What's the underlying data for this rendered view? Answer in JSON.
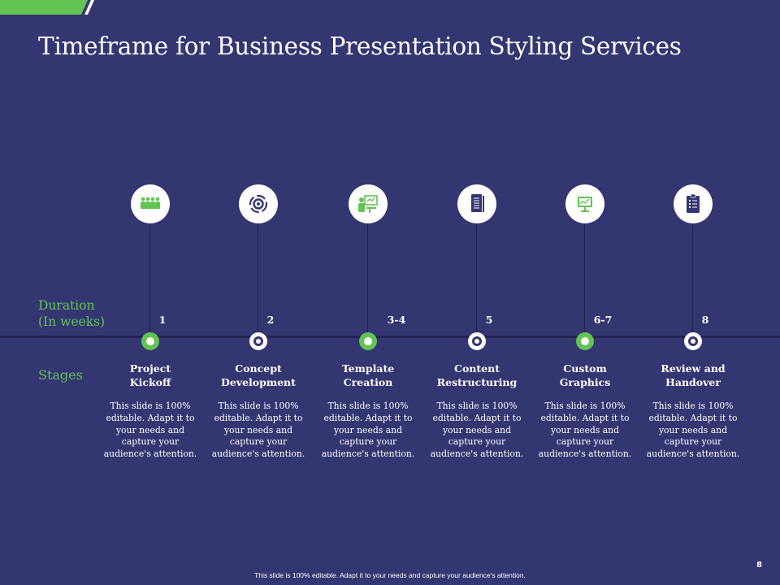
{
  "colors": {
    "background": "#343672",
    "accent_green": "#62c451",
    "icon_blue": "#343672",
    "line": "#1f2050"
  },
  "title": "Timeframe for Business Presentation Styling Services",
  "labels": {
    "duration_line1": "Duration",
    "duration_line2": "(In weeks)",
    "stages": "Stages"
  },
  "stages": [
    {
      "week": "1",
      "name_line1": "Project",
      "name_line2": "Kickoff",
      "icon": "team-meeting-icon",
      "marker": "green",
      "desc": [
        "This slide is 100%",
        "editable. Adapt it to",
        "your needs and",
        "capture your",
        "audience's attention."
      ]
    },
    {
      "week": "2",
      "name_line1": "Concept",
      "name_line2": "Development",
      "icon": "gear-cycle-icon",
      "marker": "white",
      "desc": [
        "This slide is 100%",
        "editable. Adapt it to",
        "your needs and",
        "capture your",
        "audience's attention."
      ]
    },
    {
      "week": "3-4",
      "name_line1": "Template",
      "name_line2": "Creation",
      "icon": "presenter-board-icon",
      "marker": "green",
      "desc": [
        "This slide is 100%",
        "editable. Adapt it to",
        "your needs and",
        "capture your",
        "audience's attention."
      ]
    },
    {
      "week": "5",
      "name_line1": "Content",
      "name_line2": "Restructuring",
      "icon": "document-stack-icon",
      "marker": "white",
      "desc": [
        "This slide is 100%",
        "editable. Adapt it to",
        "your needs and",
        "capture your",
        "audience's attention."
      ]
    },
    {
      "week": "6-7",
      "name_line1": "Custom",
      "name_line2": "Graphics",
      "icon": "monitor-graph-icon",
      "marker": "green",
      "desc": [
        "This slide is 100%",
        "editable. Adapt it to",
        "your needs and",
        "capture your",
        "audience's attention."
      ]
    },
    {
      "week": "8",
      "name_line1": "Review and",
      "name_line2": "Handover",
      "icon": "clipboard-checklist-icon",
      "marker": "white",
      "desc": [
        "This slide is 100%",
        "editable. Adapt it to",
        "your needs and",
        "capture your",
        "audience's attention."
      ]
    }
  ],
  "page_number": "8",
  "footer": "This slide is 100% editable. Adapt it to your needs and capture your audience's attention."
}
